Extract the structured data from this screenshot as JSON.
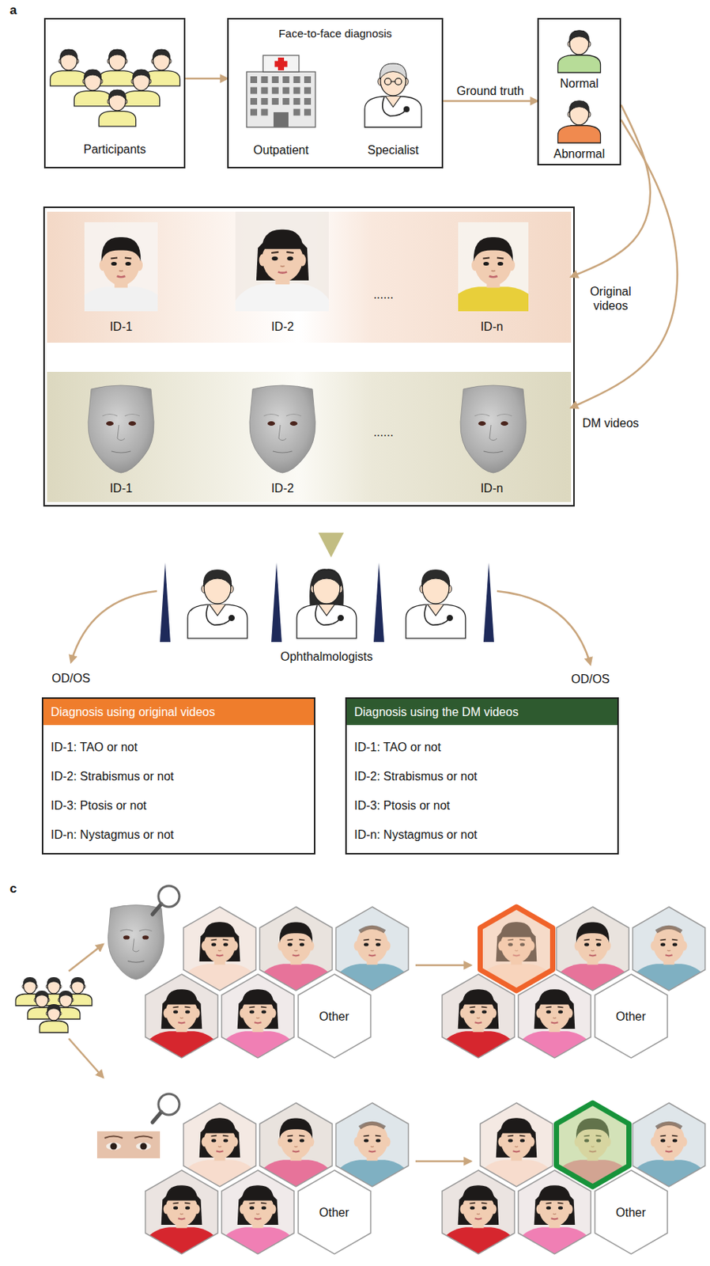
{
  "diagram": {
    "nodes": [
      {
        "text": [
          "Participants"
        ]
      },
      {
        "text": [
          "Face-to-face diagnosis"
        ]
      },
      {
        "text": [
          "Normal",
          "Abnormal"
        ]
      },
      {
        "text": [
          "ID-1",
          "ID-2",
          "......",
          "ID-n"
        ]
      },
      {
        "text": [
          "ID-1",
          "ID-2",
          "......",
          "ID-n"
        ]
      },
      {
        "text": [
          "Diagnosis using original videos",
          "ID-1: TAO or not",
          "ID-2: Strabismus or not",
          "ID-3: Ptosis or not",
          "ID-n: Nystagmus or not"
        ]
      },
      {
        "text": [
          "Diagnosis using the DM videos",
          "ID-1: TAO or not",
          "ID-2: Strabismus or not",
          "ID-3: Ptosis or not",
          "ID-n: Nystagmus or not"
        ]
      },
      {
        "text": [
          "Other"
        ]
      },
      {
        "text": [
          "Other"
        ]
      },
      {
        "text": [
          "Other"
        ]
      },
      {
        "text": [
          "Other"
        ]
      }
    ],
    "edges": [
      {
        "from": 0,
        "to": 1,
        "arrow": "to"
      },
      {
        "from": 1,
        "to": 2,
        "label": "Ground truth",
        "arrow": "to"
      },
      {
        "from": 2,
        "to": 3,
        "label": "Original videos",
        "arrow": "to"
      },
      {
        "from": 2,
        "to": 4,
        "label": "DM videos",
        "arrow": "to"
      }
    ],
    "labels": [
      "a",
      "Outpatient",
      "Specialist",
      "Ophthalmologists",
      "OD/OS",
      "OD/OS",
      "c"
    ]
  }
}
